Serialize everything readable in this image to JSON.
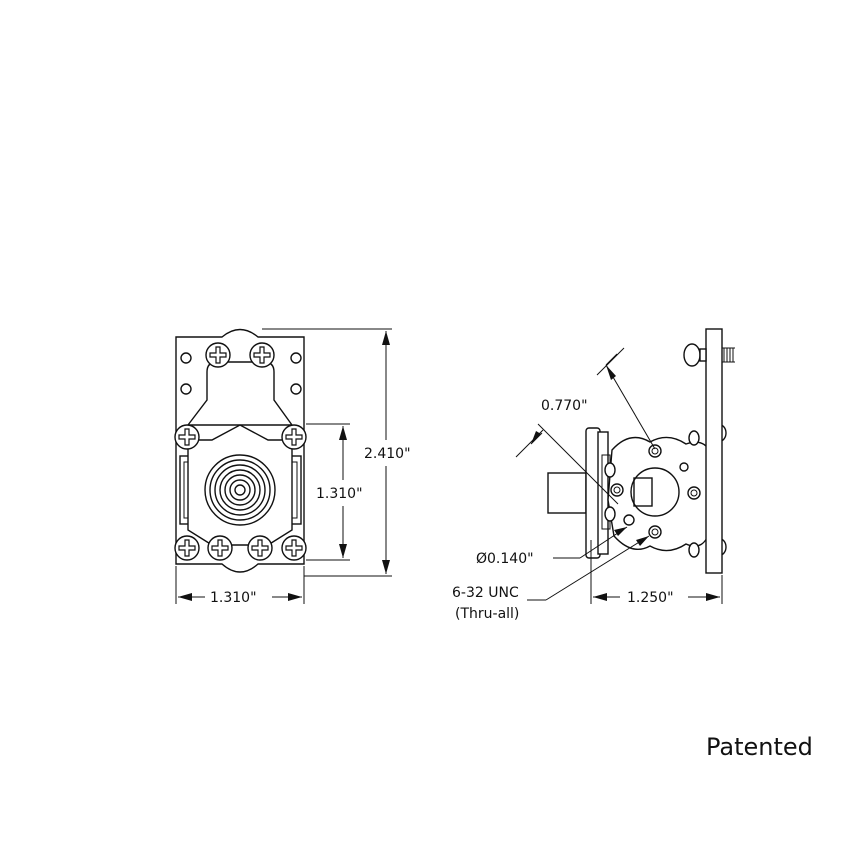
{
  "front_view": {
    "height_dim": "2.410\"",
    "inner_height_dim": "1.310\"",
    "width_dim": "1.310\""
  },
  "side_view": {
    "diagonal_dim": "0.770\"",
    "hole_dia": "Ø0.140\"",
    "thread_line1": "6-32 UNC",
    "thread_line2": "(Thru-all)",
    "depth_dim": "1.250\""
  },
  "footer": {
    "note": "Patented"
  }
}
